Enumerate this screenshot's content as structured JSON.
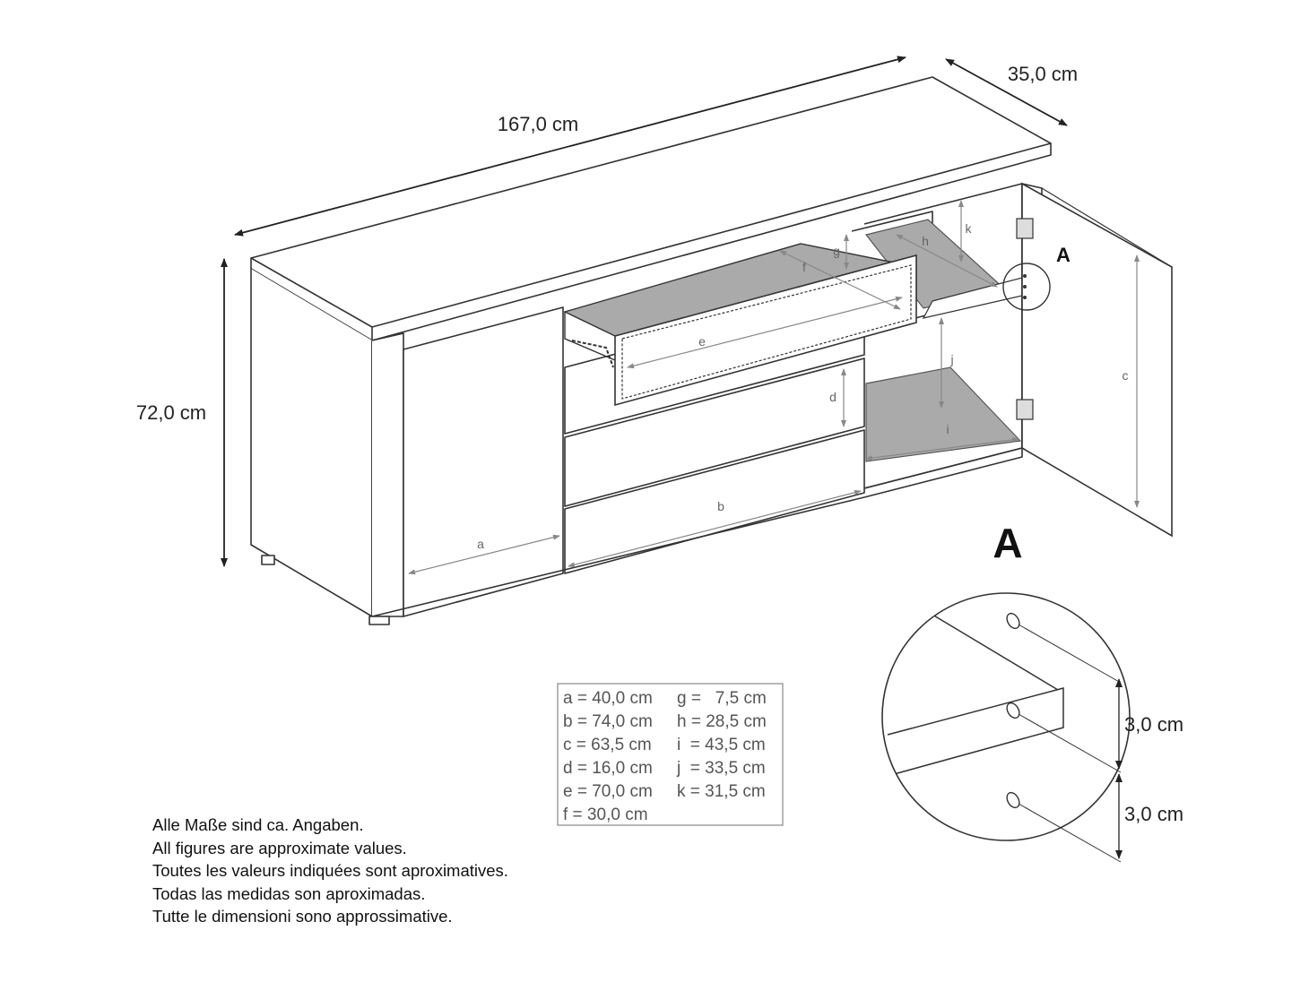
{
  "overall": {
    "width": "167,0 cm",
    "depth": "35,0 cm",
    "height": "72,0 cm"
  },
  "part_labels": {
    "a": "a",
    "b": "b",
    "c": "c",
    "d": "d",
    "e": "e",
    "f": "f",
    "g": "g",
    "h": "h",
    "i": "i",
    "j": "j",
    "k": "k"
  },
  "detail": {
    "marker": "A",
    "title": "A",
    "spacing_top": "3,0 cm",
    "spacing_bottom": "3,0 cm"
  },
  "legend": {
    "left": [
      "a = 40,0 cm",
      "b = 74,0 cm",
      "c = 63,5 cm",
      "d = 16,0 cm",
      "e = 70,0 cm",
      "f  = 30,0 cm"
    ],
    "right": [
      "g =   7,5 cm",
      "h = 28,5 cm",
      "i  = 43,5 cm",
      "j  = 33,5 cm",
      "k = 31,5 cm"
    ]
  },
  "notes": [
    "Alle Maße sind ca. Angaben.",
    "All figures are approximate values.",
    "Toutes les valeurs indiquées sont aproximatives.",
    "Todas las medidas son aproximadas.",
    "Tutte le dimensioni sono approssimative."
  ]
}
